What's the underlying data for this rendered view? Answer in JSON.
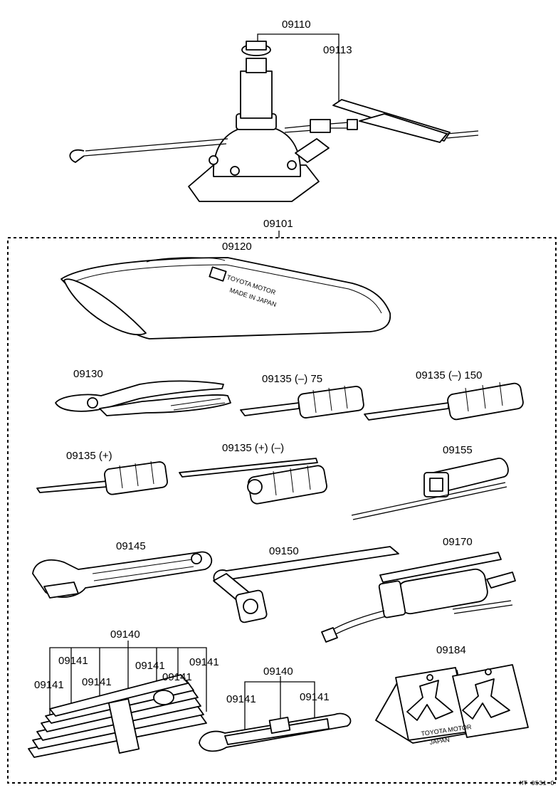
{
  "labels": {
    "jack": "09110",
    "jack_handle": "09113",
    "tool_set": "09101",
    "tool_bag": "09120",
    "pliers": "09130",
    "screwdriver_flat_75": "09135 (–) 75",
    "screwdriver_flat_150": "09135 (–) 150",
    "screwdriver_phillips": "09135 (+)",
    "screwdriver_combo": "09135 (+) (–)",
    "plug_wrench": "09155",
    "adjustable_wrench": "09145",
    "wheel_wrench": "09150",
    "grease_gun": "09170",
    "wrench_set_a": "09140",
    "wrench_a_1": "09141",
    "wrench_a_2": "09141",
    "wrench_a_3": "09141",
    "wrench_a_4": "09141",
    "wrench_a_5": "09141",
    "wrench_a_6": "09141",
    "wrench_set_b": "09140",
    "wrench_b_1": "09141",
    "wrench_b_2": "09141",
    "wheel_chocks": "09184"
  },
  "bag_text": {
    "brand": "TOYOTA MOTOR",
    "origin": "MADE IN JAPAN"
  },
  "chock_text": {
    "brand": "TOYOTA MOTOR",
    "origin": "JAPAN"
  },
  "drawing_code": "MT 0531-C"
}
